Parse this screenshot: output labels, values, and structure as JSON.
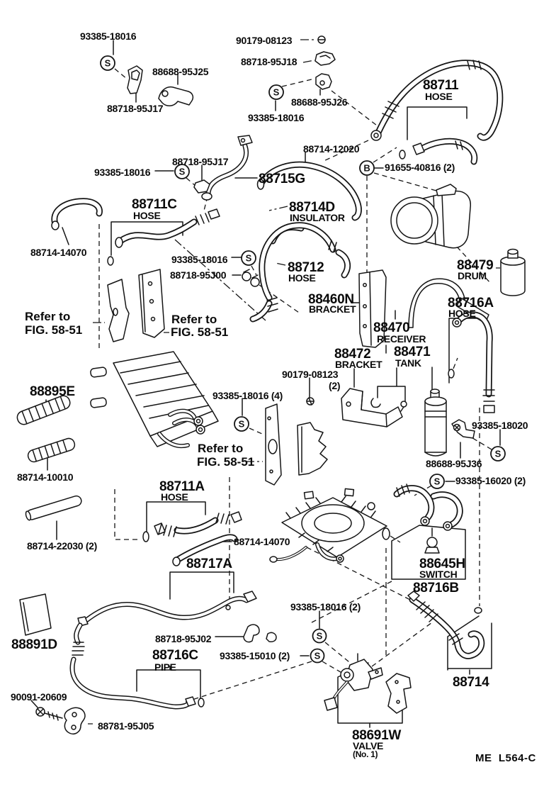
{
  "diagram": {
    "figure_code": "ME  L564-C",
    "symbols": {
      "screw": "S",
      "bolt": "B"
    },
    "labels": [
      {
        "t": "93385-18016"
      },
      {
        "t": "88688-95J25"
      },
      {
        "t": "88718-95J17"
      },
      {
        "t": "90179-08123"
      },
      {
        "t": "88718-95J18"
      },
      {
        "t": "88688-95J26"
      },
      {
        "t": "93385-18016"
      },
      {
        "t": "88711"
      },
      {
        "t": "HOSE"
      },
      {
        "t": "88714-12020"
      },
      {
        "t": "91655-40816 (2)"
      },
      {
        "t": "88718-95J17"
      },
      {
        "t": "93385-18016"
      },
      {
        "t": "88715G"
      },
      {
        "t": "88711C"
      },
      {
        "t": "HOSE"
      },
      {
        "t": "88714D"
      },
      {
        "t": "INSULATOR"
      },
      {
        "t": "88714-14070"
      },
      {
        "t": "93385-18016"
      },
      {
        "t": "88712"
      },
      {
        "t": "HOSE"
      },
      {
        "t": "88718-95J00"
      },
      {
        "t": "88479"
      },
      {
        "t": "DRUM"
      },
      {
        "t": "88460N"
      },
      {
        "t": "BRACKET"
      },
      {
        "t": "88716A"
      },
      {
        "t": "HOSE"
      },
      {
        "t": "Refer to"
      },
      {
        "t": "FIG. 58-51"
      },
      {
        "t": "Refer to"
      },
      {
        "t": "FIG. 58-51"
      },
      {
        "t": "88470"
      },
      {
        "t": "RECEIVER"
      },
      {
        "t": "88472"
      },
      {
        "t": "BRACKET"
      },
      {
        "t": "88471"
      },
      {
        "t": "TANK"
      },
      {
        "t": "90179-08123"
      },
      {
        "t": "(2)"
      },
      {
        "t": "93385-18016 (4)"
      },
      {
        "t": "88895E"
      },
      {
        "t": "93385-18020"
      },
      {
        "t": "Refer to"
      },
      {
        "t": "FIG. 58-51"
      },
      {
        "t": "88688-95J36"
      },
      {
        "t": "93385-16020 (2)"
      },
      {
        "t": "88714-10010"
      },
      {
        "t": "88711A"
      },
      {
        "t": "HOSE"
      },
      {
        "t": "88714-14070"
      },
      {
        "t": "88714-22030 (2)"
      },
      {
        "t": "88717A"
      },
      {
        "t": "88645H"
      },
      {
        "t": "SWITCH"
      },
      {
        "t": "88716B"
      },
      {
        "t": "93385-18016 (2)"
      },
      {
        "t": "88891D"
      },
      {
        "t": "88718-95J02"
      },
      {
        "t": "88716C"
      },
      {
        "t": "PIPE"
      },
      {
        "t": "93385-15010 (2)"
      },
      {
        "t": "90091-20609"
      },
      {
        "t": "88781-95J05"
      },
      {
        "t": "88691W"
      },
      {
        "t": "VALVE"
      },
      {
        "t": "(No. 1)"
      },
      {
        "t": "88714"
      }
    ]
  }
}
